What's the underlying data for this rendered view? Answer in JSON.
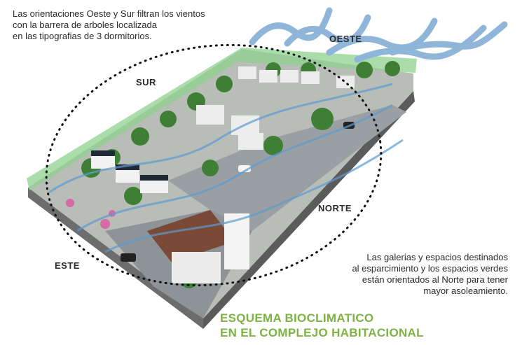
{
  "intro_text": {
    "line1": "Las orientaciones Oeste y Sur filtran los vientos",
    "line2": "con la barrera de arboles localizada",
    "line3": "en las tipografias de 3 dormitorios."
  },
  "outro_text": {
    "line1": "Las galerias y espacios destinados",
    "line2": "al esparcimiento y los espacios verdes",
    "line3": "están orientados al Norte para tener",
    "line4": "mayor asoleamiento."
  },
  "orientations": {
    "west": "OESTE",
    "south": "SUR",
    "north": "NORTE",
    "east": "ESTE"
  },
  "title": {
    "line1": "ESQUEMA BIOCLIMATICO",
    "line2": "EN EL COMPLEJO HABITACIONAL"
  },
  "colors": {
    "title_green": "#7cb342",
    "barrier_green": "#8fd18f",
    "wind_blue": "#8fb6d8",
    "road_gray": "#9a9fa3"
  }
}
